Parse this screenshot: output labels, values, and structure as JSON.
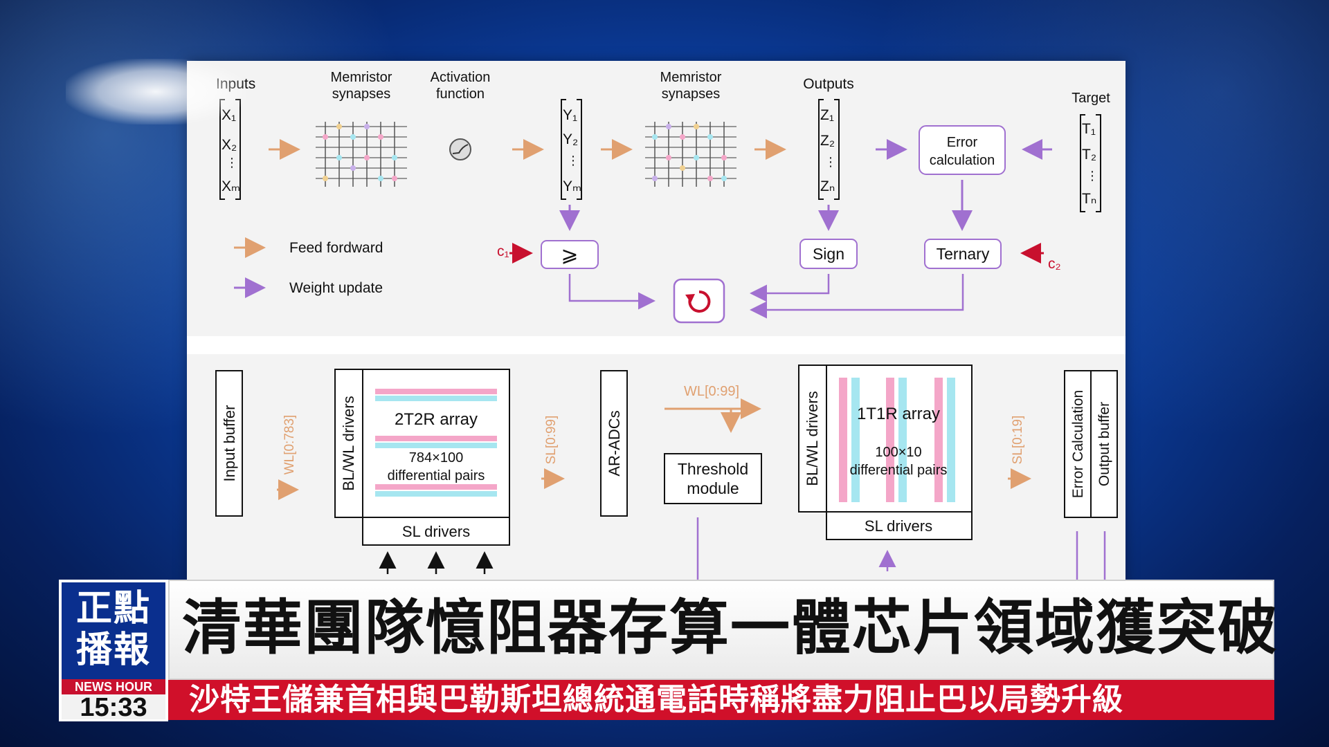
{
  "diagram": {
    "top": {
      "inputs_label": "Inputs",
      "inputs": [
        "X₁",
        "X₂",
        "Xₘ"
      ],
      "memristor_synapses_label_line1": "Memristor",
      "memristor_synapses_label_line2": "synapses",
      "activation_label_line1": "Activation",
      "activation_label_line2": "function",
      "hidden": [
        "Y₁",
        "Y₂",
        "Yₘ"
      ],
      "outputs_label": "Outputs",
      "outputs": [
        "Z₁",
        "Z₂",
        "Zₙ"
      ],
      "target_label": "Target",
      "targets": [
        "T₁",
        "T₂",
        "Tₙ"
      ],
      "error_calc_line1": "Error",
      "error_calc_line2": "calculation",
      "compare_symbol": "⩾",
      "sign_label": "Sign",
      "ternary_label": "Ternary",
      "c1_label": "c₁",
      "c2_label": "c₂",
      "legend_feed_forward": "Feed fordward",
      "legend_weight_update": "Weight update"
    },
    "bottom": {
      "input_buffer": "Input buffer",
      "wl_783": "WL[0:783]",
      "blwl_drivers_1": "BL/WL drivers",
      "array1_title": "2T2R array",
      "array1_dims": "784×100",
      "array1_pairs": "differential pairs",
      "sl_drivers_1": "SL drivers",
      "sl_99": "SL[0:99]",
      "ar_adcs": "AR-ADCs",
      "wl_99": "WL[0:99]",
      "threshold_line1": "Threshold",
      "threshold_line2": "module",
      "blwl_drivers_2": "BL/WL drivers",
      "array2_title": "1T1R array",
      "array2_dims": "100×10",
      "array2_pairs": "differential pairs",
      "sl_drivers_2": "SL drivers",
      "sl_19": "SL[0:19]",
      "error_calculation": "Error Calculation",
      "output_buffer": "Output buffer"
    },
    "colors": {
      "feed_forward": "#e0a070",
      "weight_update": "#a070d0",
      "accent_red": "#c8102e",
      "pink": "#f4a6c8",
      "cyan": "#a6e6f0"
    }
  },
  "lower_third": {
    "logo_line1": "正點",
    "logo_line2": "播報",
    "logo_news": "NEWS HOUR",
    "time": "15:33",
    "headline": "清華團隊憶阻器存算一體芯片領域獲突破",
    "ticker": "沙特王儲兼首相與巴勒斯坦總統通電話時稱將盡力阻止巴以局勢升級"
  }
}
